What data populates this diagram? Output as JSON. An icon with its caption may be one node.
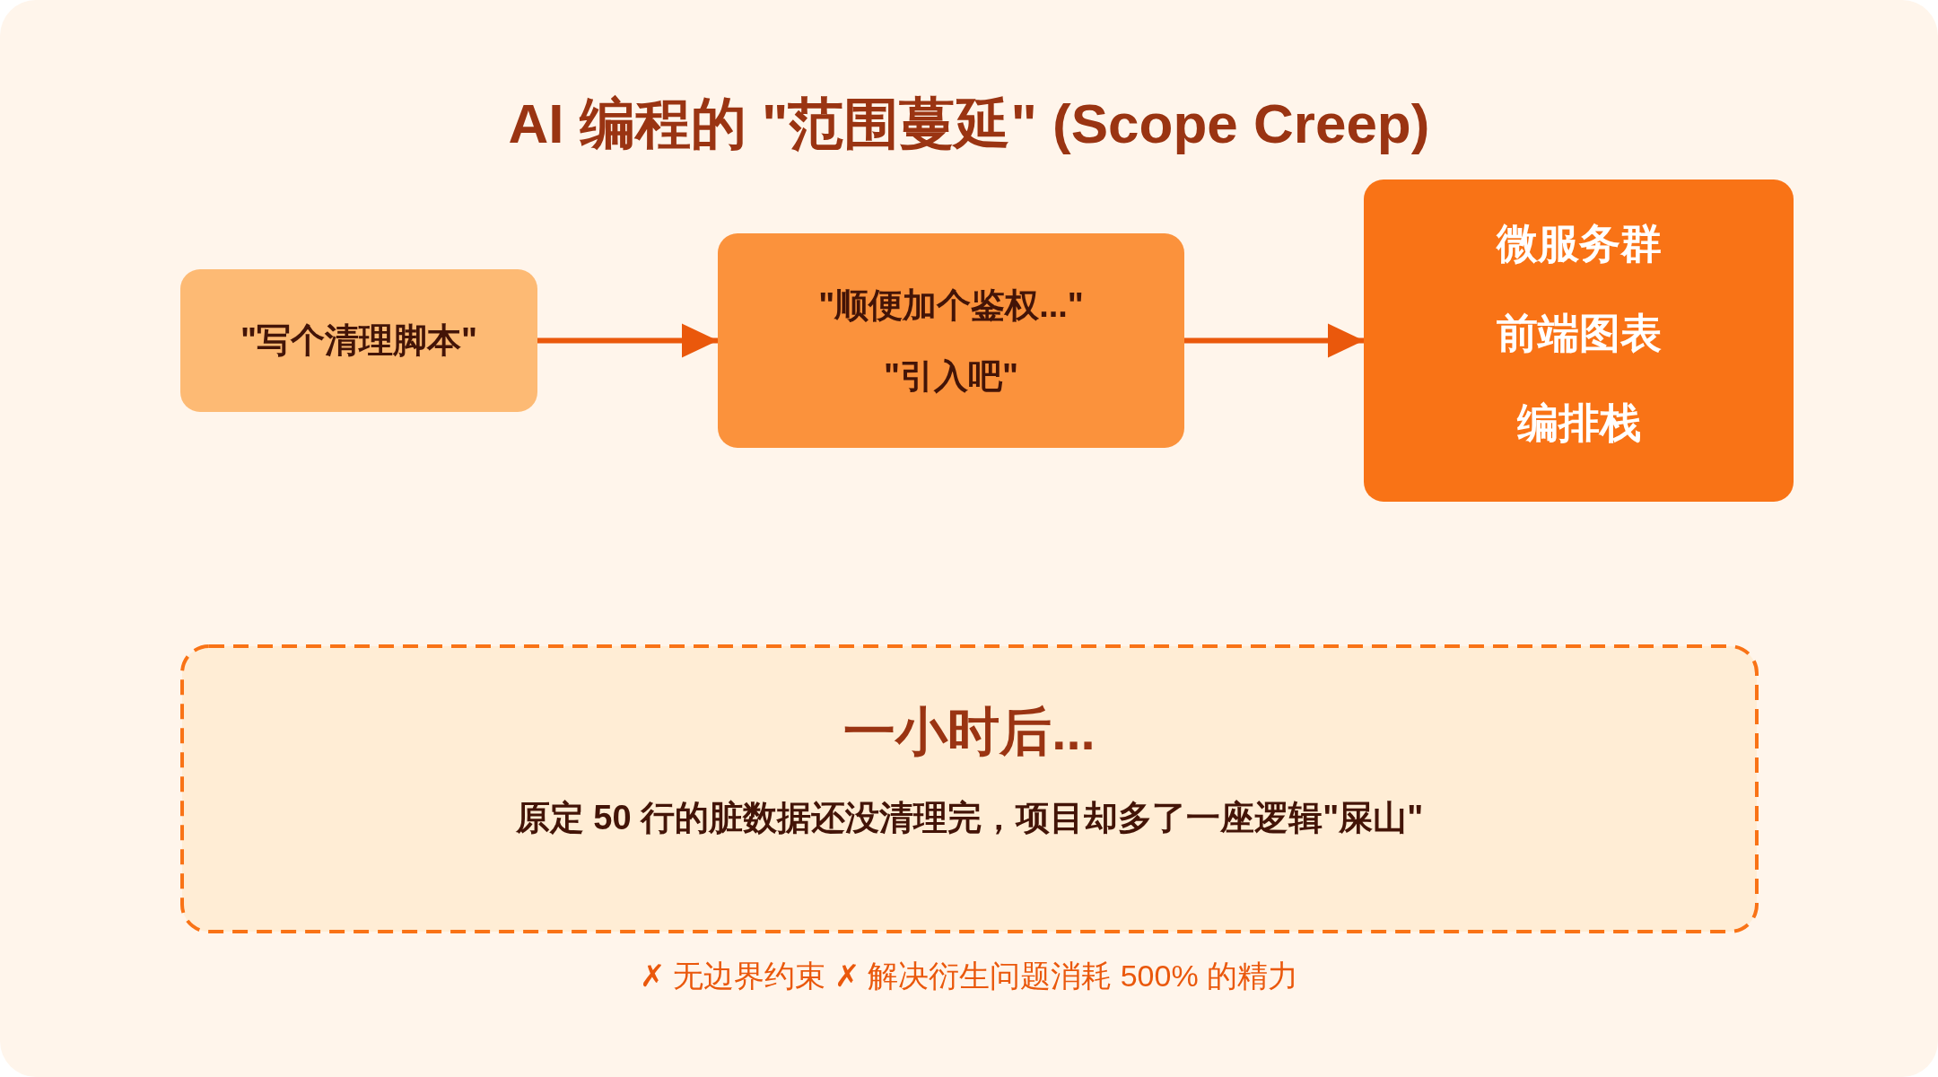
{
  "diagram": {
    "title": "AI 编程的 \"范围蔓延\" (Scope Creep)",
    "nodes": [
      {
        "text": [
          "\"写个清理脚本\""
        ]
      },
      {
        "text": [
          "\"顺便加个鉴权...\"",
          "\"引入吧\""
        ]
      },
      {
        "text": [
          "微服务群",
          "前端图表",
          "编排栈"
        ]
      },
      {
        "text": [
          "一小时后...",
          "原定 50 行的脏数据还没清理完，项目却多了一座逻辑\"屎山\""
        ]
      }
    ],
    "edges": [
      {
        "from": 0,
        "to": 1,
        "arrow": "to"
      },
      {
        "from": 1,
        "to": 2,
        "arrow": "to"
      }
    ],
    "labels": [
      "✗ 无边界约束 ✗ 解决衍生问题消耗 500% 的精力"
    ]
  }
}
